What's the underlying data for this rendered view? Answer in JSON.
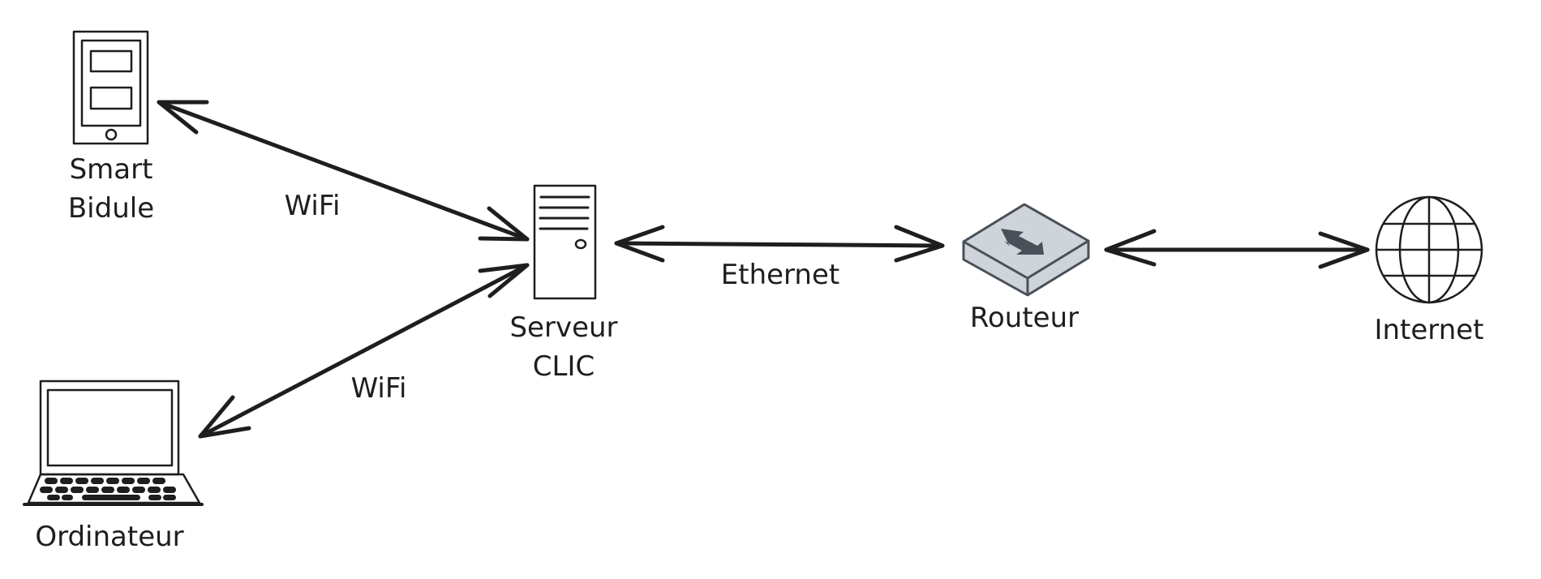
{
  "diagram": {
    "type": "network-topology",
    "nodes": [
      {
        "id": "smart",
        "icon": "tablet-icon",
        "label_lines": [
          "Smart",
          "Bidule"
        ]
      },
      {
        "id": "laptop",
        "icon": "laptop-icon",
        "label_lines": [
          "Ordinateur"
        ]
      },
      {
        "id": "server",
        "icon": "server-tower-icon",
        "label_lines": [
          "Serveur",
          "CLIC"
        ]
      },
      {
        "id": "router",
        "icon": "router-icon",
        "label_lines": [
          "Routeur"
        ]
      },
      {
        "id": "internet",
        "icon": "globe-icon",
        "label_lines": [
          "Internet"
        ]
      }
    ],
    "edges": [
      {
        "from": "smart",
        "to": "server",
        "label": "WiFi",
        "direction": "bidirectional"
      },
      {
        "from": "laptop",
        "to": "server",
        "label": "WiFi",
        "direction": "bidirectional"
      },
      {
        "from": "server",
        "to": "router",
        "label": "Ethernet",
        "direction": "bidirectional"
      },
      {
        "from": "router",
        "to": "internet",
        "label": "",
        "direction": "bidirectional"
      }
    ],
    "colors": {
      "ink": "#1e1e1e",
      "router_fill": "#ced4da",
      "router_stroke": "#495057"
    }
  }
}
